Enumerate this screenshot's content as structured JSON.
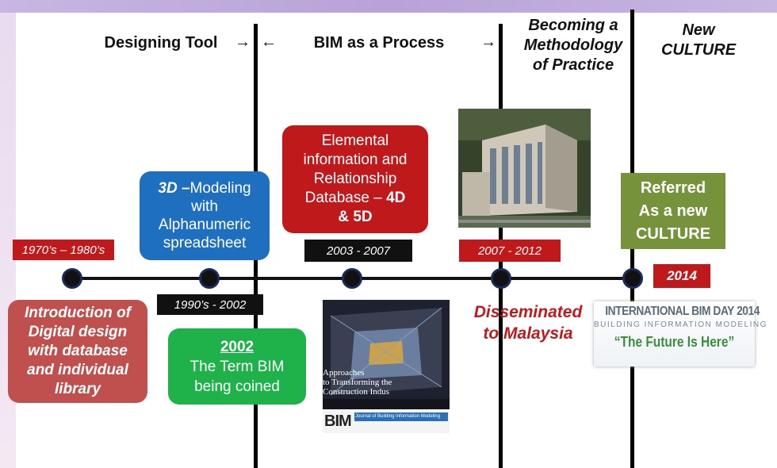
{
  "phases": {
    "designing_tool": "Designing Tool",
    "arrow_right_1": "→",
    "arrow_left_1": "←",
    "bim_process": "BIM as a Process",
    "arrow_right_2": "→",
    "methodology": [
      "Becoming a",
      "Methodology",
      "of Practice"
    ],
    "new_culture": [
      "New",
      "CULTURE"
    ]
  },
  "periods": [
    {
      "label": "1970’s – 1980’s",
      "bg": "#c0191c"
    },
    {
      "label": "1990’s  -  2002",
      "bg": "#111111"
    },
    {
      "label": "2003  -  2007",
      "bg": "#111111"
    },
    {
      "label": "2007  -  2012",
      "bg": "#c0191c"
    },
    {
      "label": "2014",
      "bg": "#c0191c"
    }
  ],
  "boxes": {
    "digital_design": {
      "lines": [
        "Introduction of",
        "Digital design",
        "with database",
        "and individual",
        "library"
      ],
      "bg": "#c0504d"
    },
    "modeling": {
      "bold": "3D –",
      "rest": "Modeling",
      "lines": [
        "with",
        "Alphanumeric",
        "spreadsheet"
      ],
      "bg": "#1f6fc0"
    },
    "term_bim": {
      "year": "2002",
      "lines": [
        "The Term BIM",
        "being coined"
      ],
      "bg": "#1fb24a"
    },
    "elemental": {
      "lines": [
        "Elemental",
        "information and",
        "Relationship"
      ],
      "line4_a": "Database – ",
      "line4_b": "4D",
      "line5": "& 5D",
      "bg": "#c0191c"
    },
    "culture": {
      "lines": [
        "Referred",
        "As a new",
        "CULTURE"
      ],
      "bg": "#76933c"
    }
  },
  "disseminated": [
    "Disseminated",
    "to Malaysia"
  ],
  "journal": {
    "caption": [
      "Approaches",
      "to Transforming the",
      "Construction Indus"
    ],
    "logo": "BIM",
    "journal_title": "Journal of Building Information Modeling"
  },
  "bim_day": {
    "title": "INTERNATIONAL BIM DAY 2014",
    "subtitle": "BUILDING INFORMATION MODELING",
    "slogan": "“The Future Is Here”"
  }
}
